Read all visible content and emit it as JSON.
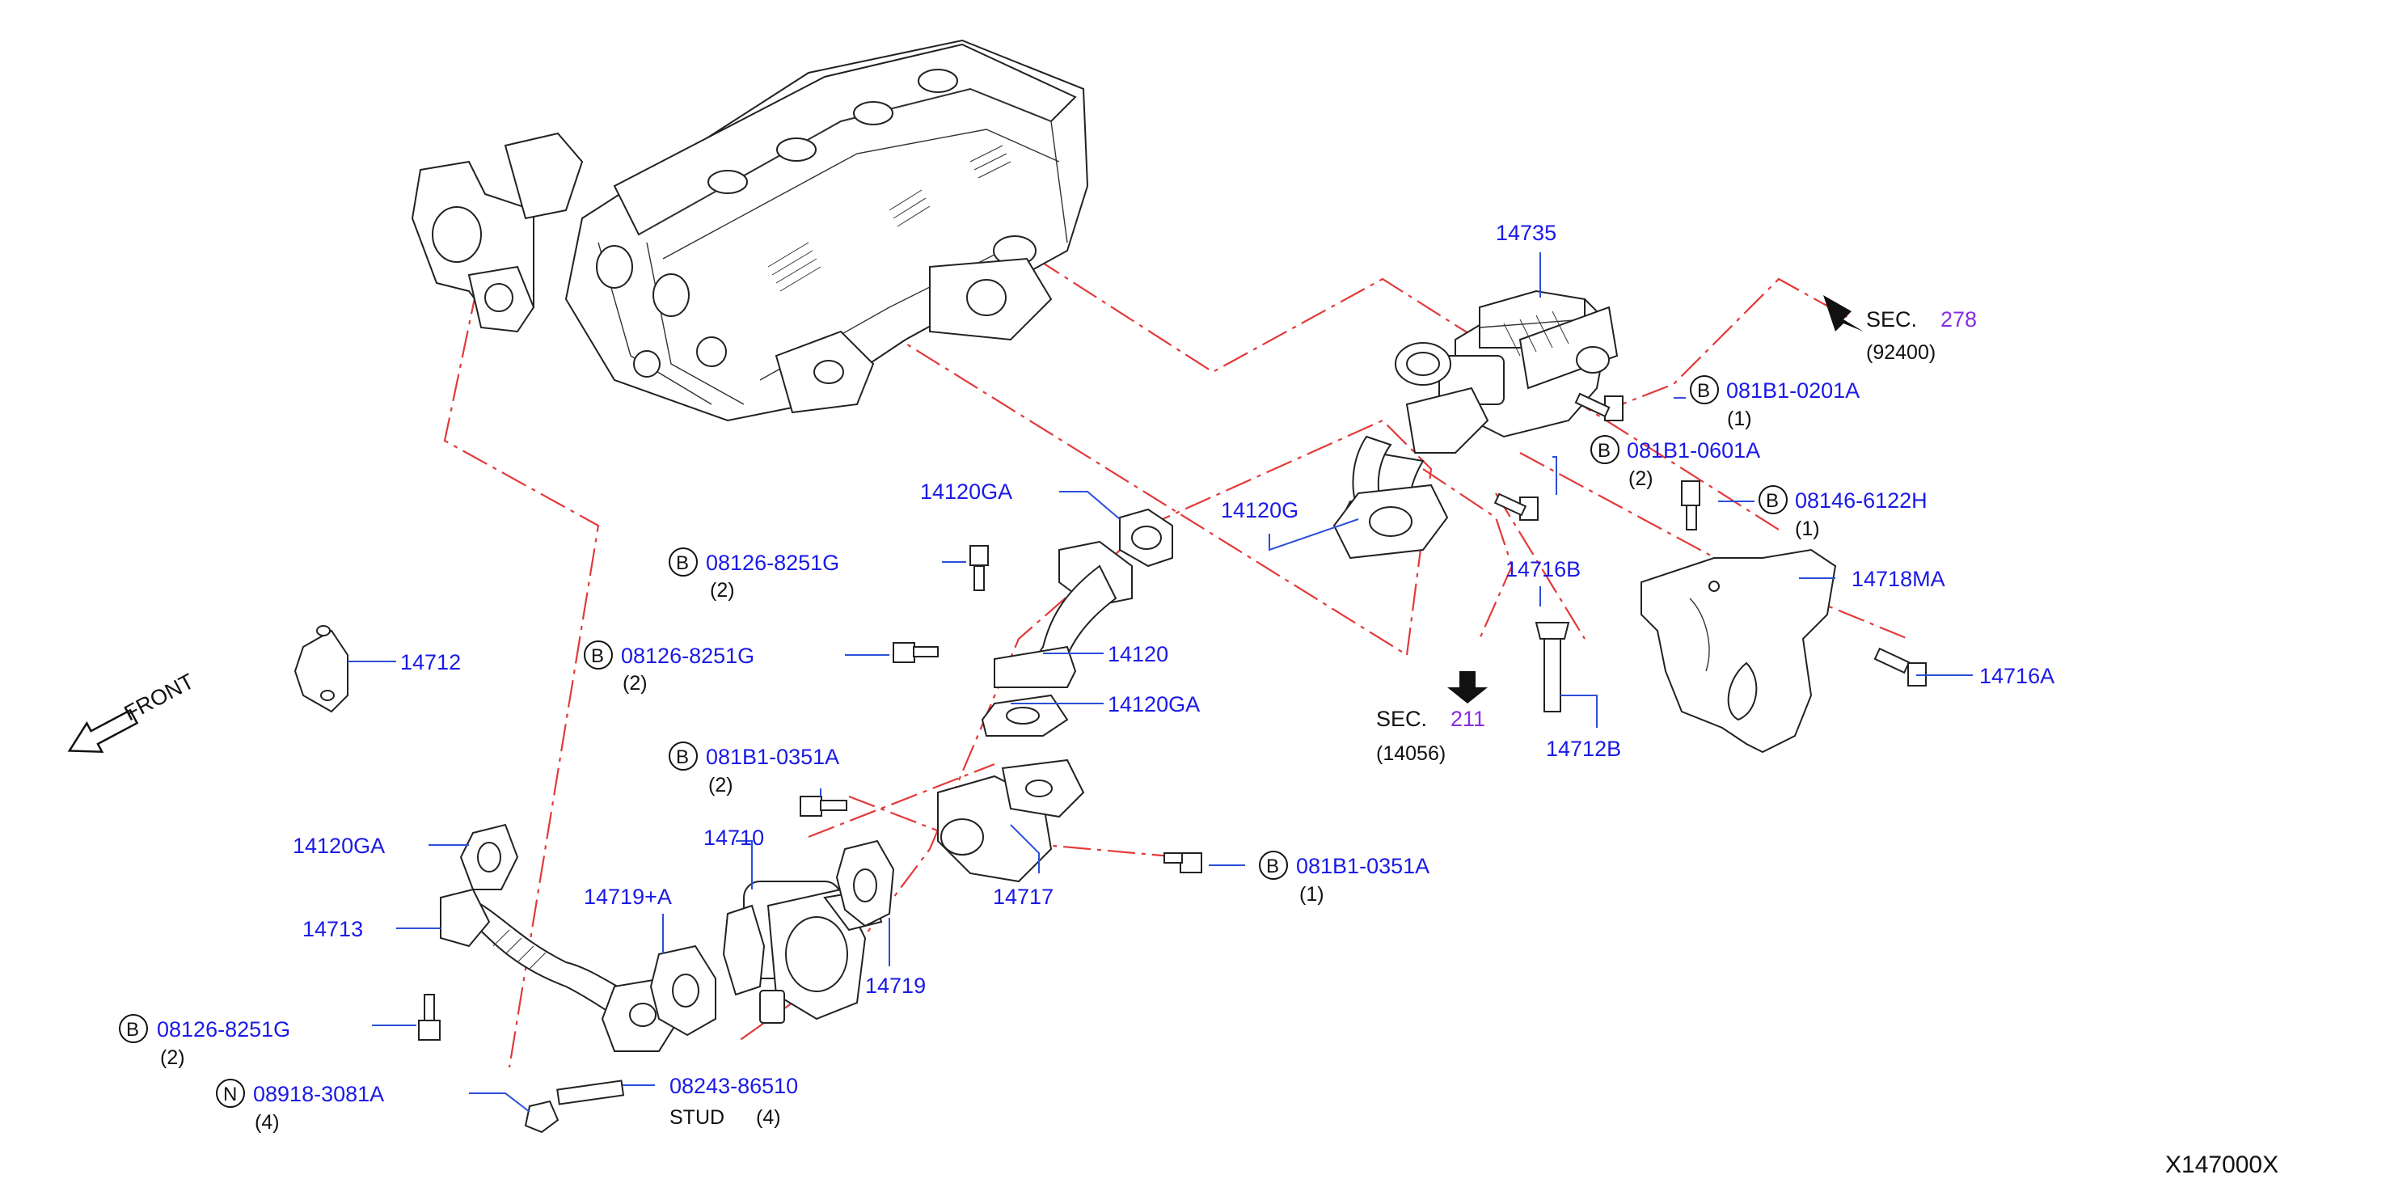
{
  "diagram_id": "X147000X",
  "front": "FRONT",
  "parts": {
    "p14735": "14735",
    "p14712": "14712",
    "p14120GA_top": "14120GA",
    "p14120G": "14120G",
    "p14120": "14120",
    "p14120GA_mid": "14120GA",
    "p14716B": "14716B",
    "p14718MA": "14718MA",
    "p14716A": "14716A",
    "p14712B": "14712B",
    "p14710": "14710",
    "p14719A": "14719+A",
    "p14717": "14717",
    "p14719": "14719",
    "p14120GA_low": "14120GA",
    "p14713": "14713",
    "stud_pn": "08243-86510"
  },
  "fasteners": {
    "f1": {
      "prefix": "B",
      "pn": "081B1-0201A",
      "qty": "(1)"
    },
    "f2": {
      "prefix": "B",
      "pn": "081B1-0601A",
      "qty": "(2)"
    },
    "f3": {
      "prefix": "B",
      "pn": "08146-6122H",
      "qty": "(1)"
    },
    "f4": {
      "prefix": "B",
      "pn": "08126-8251G",
      "qty": "(2)"
    },
    "f5": {
      "prefix": "B",
      "pn": "08126-8251G",
      "qty": "(2)"
    },
    "f6": {
      "prefix": "B",
      "pn": "081B1-0351A",
      "qty": "(2)"
    },
    "f7": {
      "prefix": "B",
      "pn": "081B1-0351A",
      "qty": "(1)"
    },
    "f8": {
      "prefix": "B",
      "pn": "08126-8251G",
      "qty": "(2)"
    },
    "f9": {
      "prefix": "N",
      "pn": "08918-3081A",
      "qty": "(4)"
    }
  },
  "stud": {
    "label": "STUD",
    "qty": "(4)"
  },
  "sections": {
    "s278": {
      "prefix": "SEC.",
      "num": "278",
      "code": "(92400)"
    },
    "s211": {
      "prefix": "SEC.",
      "num": "211",
      "code": "(14056)"
    }
  },
  "colors": {
    "part_number": "#1a1ae6",
    "section_link": "#8a2be2",
    "dash_line": "#e23a3a",
    "leader": "#2a4fd8"
  }
}
